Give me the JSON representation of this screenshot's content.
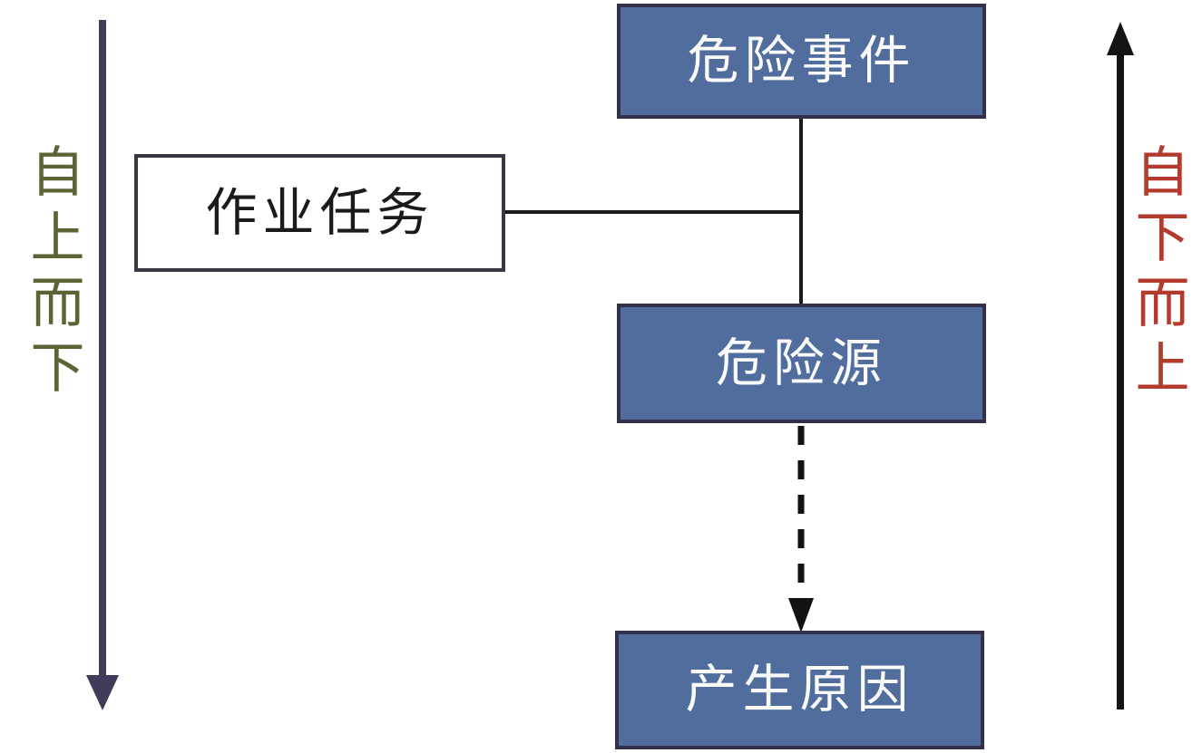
{
  "diagram": {
    "nodes": {
      "hazard_event": {
        "label": "危险事件"
      },
      "work_task": {
        "label": "作业任务"
      },
      "hazard_source": {
        "label": "危险源"
      },
      "cause": {
        "label": "产生原因"
      }
    },
    "annotations": {
      "top_down": {
        "label": "自上而下"
      },
      "bottom_up": {
        "label": "自下而上"
      }
    },
    "edges": {
      "hazard_event_to_hazard_source": {
        "style": "solid"
      },
      "work_task_to_trunk": {
        "style": "solid"
      },
      "hazard_source_to_cause": {
        "style": "dashed-arrow"
      }
    },
    "colors": {
      "node_fill": "#506D9E",
      "node_border": "#353049",
      "task_fill": "#FFFFFF",
      "task_border": "#3B3744",
      "node_text": "#FAFAFA",
      "task_text": "#1A1A1A",
      "connector": "#1A1A1A",
      "dashed_arrow": "#121212",
      "top_down_arrow": "#413B59",
      "bottom_up_arrow": "#141414",
      "top_down_text": "#5E6336",
      "bottom_up_text": "#B43A2D"
    }
  }
}
